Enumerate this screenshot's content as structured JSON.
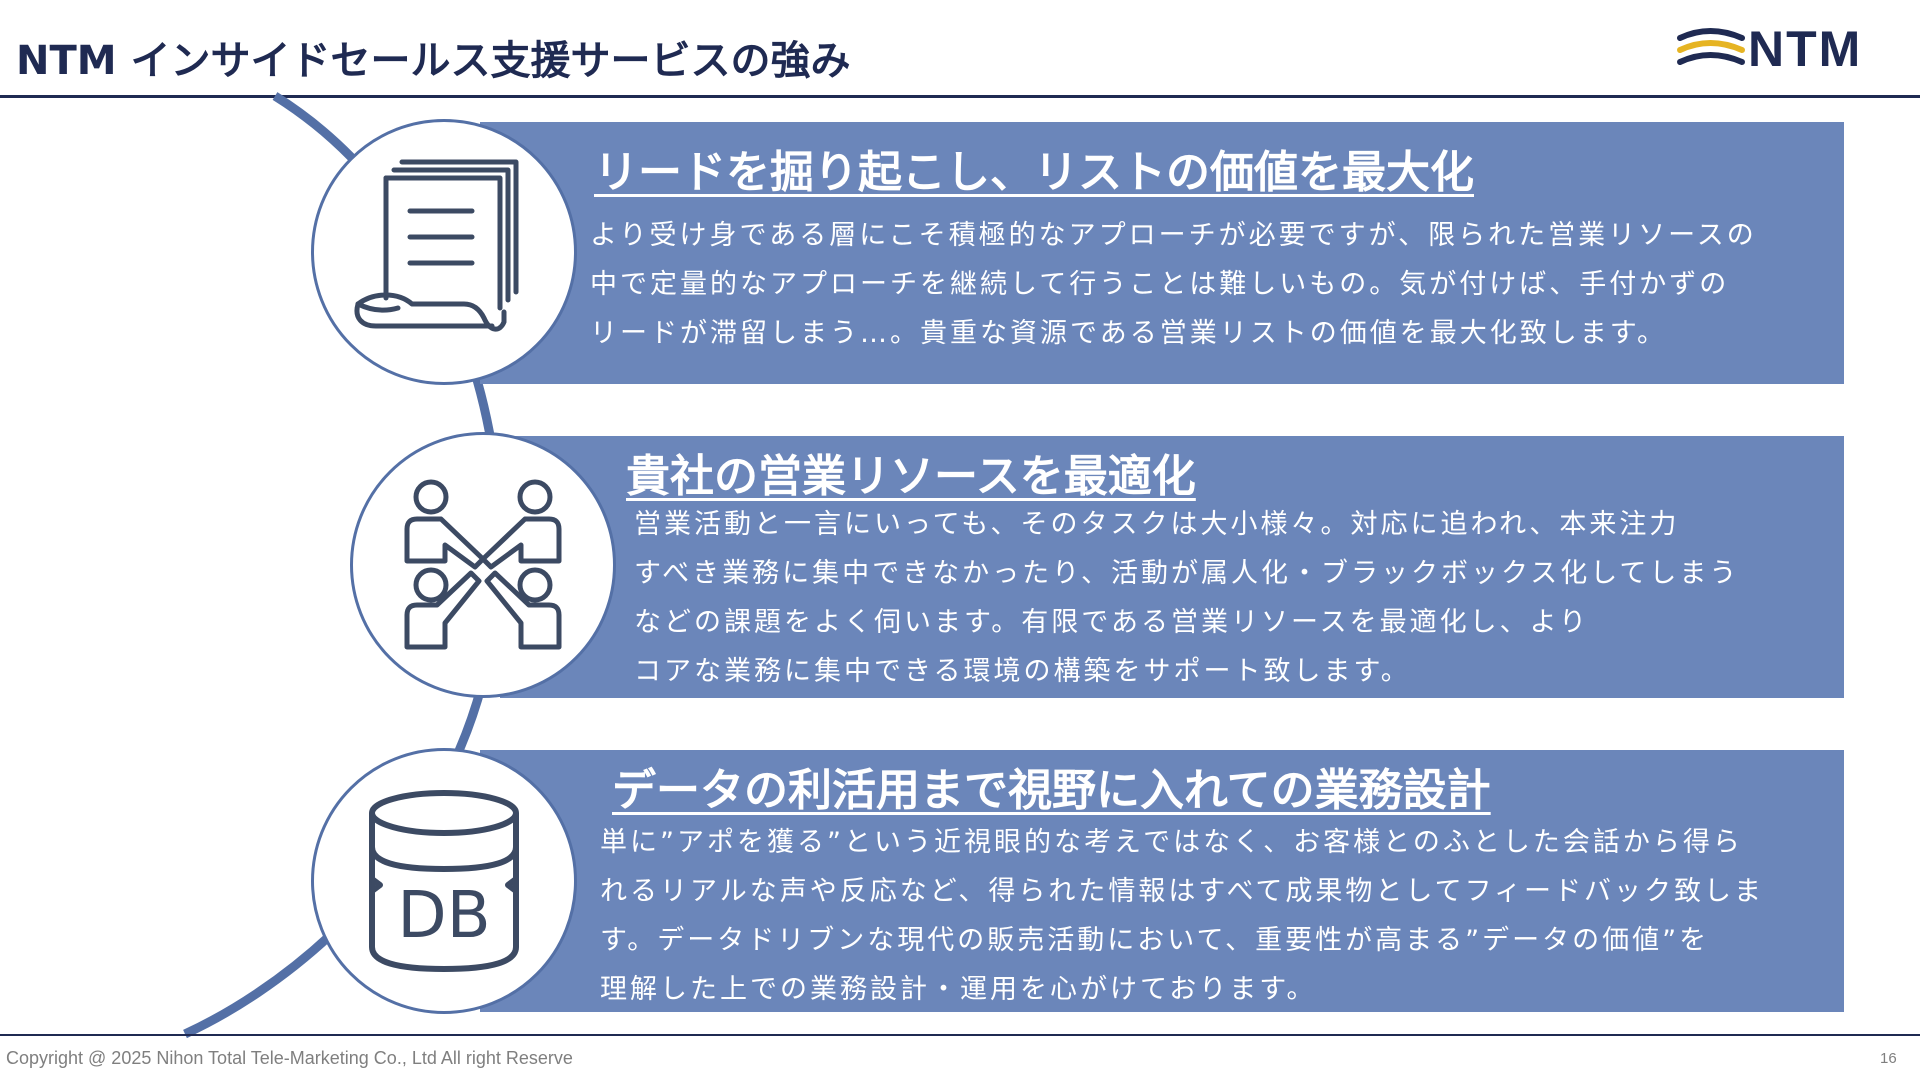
{
  "header": {
    "title": "NTM インサイドセールス支援サービスの強み",
    "logo_text": "NTM"
  },
  "colors": {
    "navy": "#1f2a52",
    "panel_blue": "#6b86ba",
    "arc_blue": "#5470a6",
    "logo_gold": "#e6b423",
    "footer_gray": "#7f7f7f"
  },
  "sections": [
    {
      "icon": "document-stack-icon",
      "heading": "リードを掘り起こし、リストの価値を最大化",
      "lines": [
        "より受け身である層にこそ積極的なアプローチが必要ですが、限られた営業リソースの",
        "中で定量的なアプローチを継続して行うことは難しいもの。気が付けば、手付かずの",
        "リードが滞留しまう…。貴重な資源である営業リストの価値を最大化致します。"
      ]
    },
    {
      "icon": "team-collaboration-icon",
      "heading": "貴社の営業リソースを最適化",
      "lines": [
        "営業活動と一言にいっても、そのタスクは大小様々。対応に追われ、本来注力",
        "すべき業務に集中できなかったり、活動が属人化・ブラックボックス化してしまう",
        "などの課題をよく伺います。有限である営業リソースを最適化し、より",
        "コアな業務に集中できる環境の構築をサポート致します。"
      ]
    },
    {
      "icon": "database-icon",
      "icon_label": "DB",
      "heading": "データの利活用まで視野に入れての業務設計",
      "lines": [
        "単に”アポを獲る”という近視眼的な考えではなく、お客様とのふとした会話から得ら",
        "れるリアルな声や反応など、得られた情報はすべて成果物としてフィードバック致しま",
        "す。データドリブンな現代の販売活動において、重要性が高まる”データの価値”を",
        "理解した上での業務設計・運用を心がけております。"
      ]
    }
  ],
  "footer": {
    "copyright": "Copyright @ 2025  Nihon Total Tele-Marketing  Co., Ltd  All  right Reserve",
    "page_number": "16"
  }
}
